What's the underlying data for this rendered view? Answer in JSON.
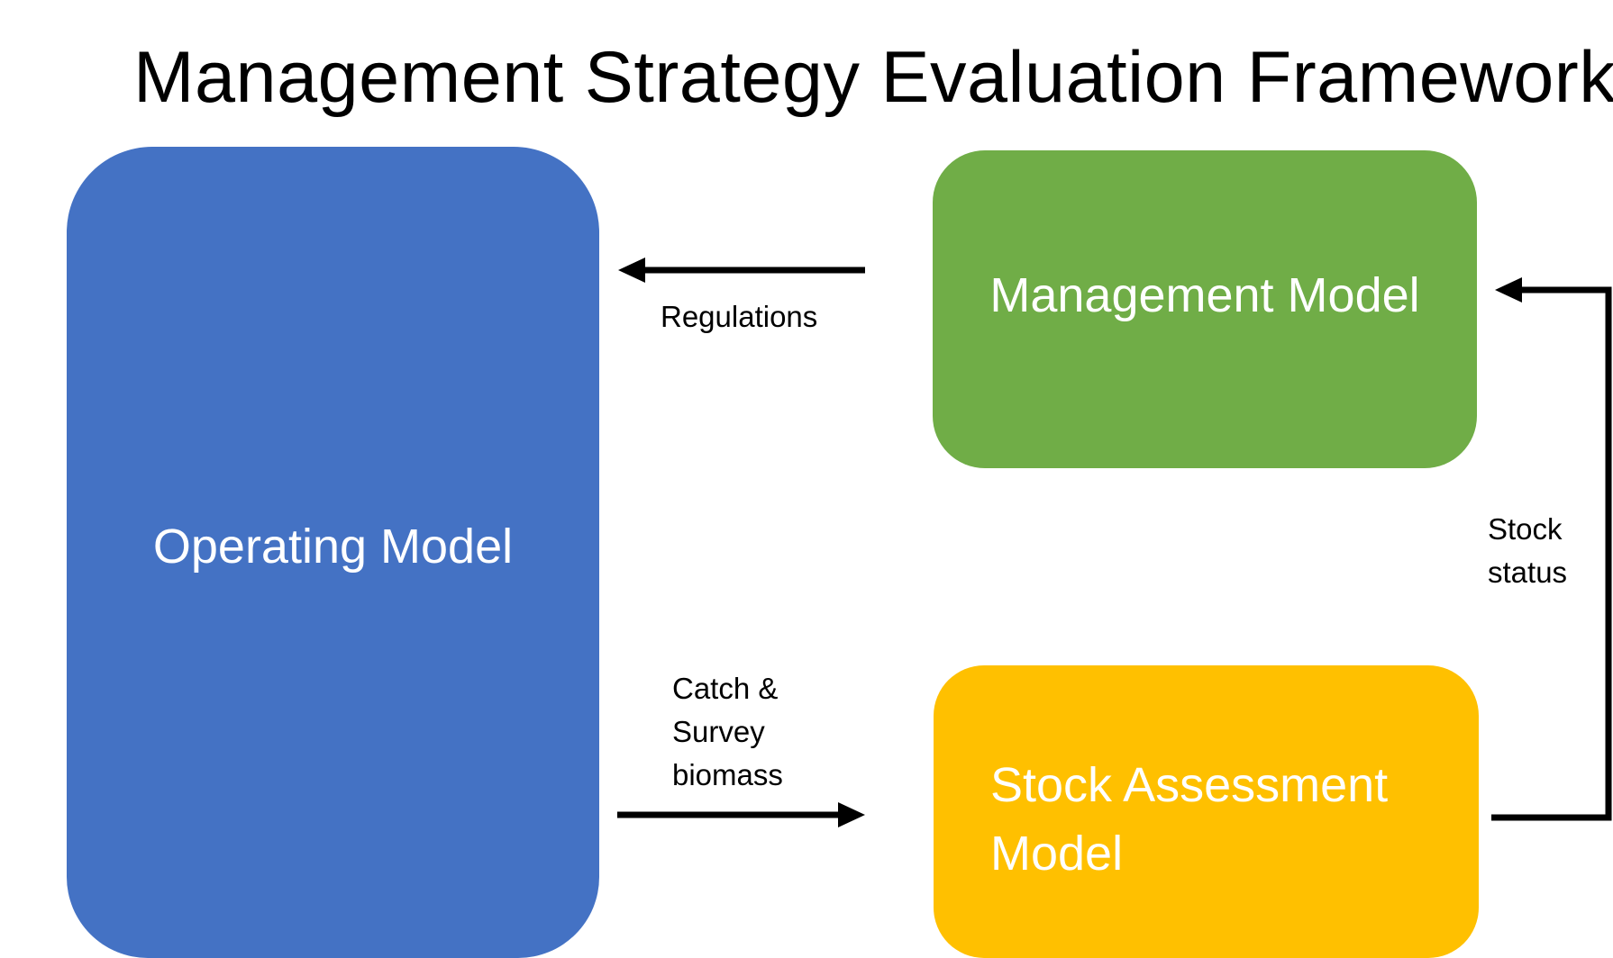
{
  "title": "Management Strategy Evaluation Framework",
  "colors": {
    "operating_model": "#4472C4",
    "management_model": "#70AD47",
    "stock_assessment_model": "#FFC000",
    "arrow": "#000000",
    "box_text": "#FFFFFF"
  },
  "boxes": {
    "operating_model": "Operating Model",
    "management_model": "Management Model",
    "stock_assessment_model": "Stock Assessment Model"
  },
  "flows": {
    "regulations": "Regulations",
    "catch_survey": "Catch & Survey biomass",
    "stock_status": "Stock status"
  }
}
